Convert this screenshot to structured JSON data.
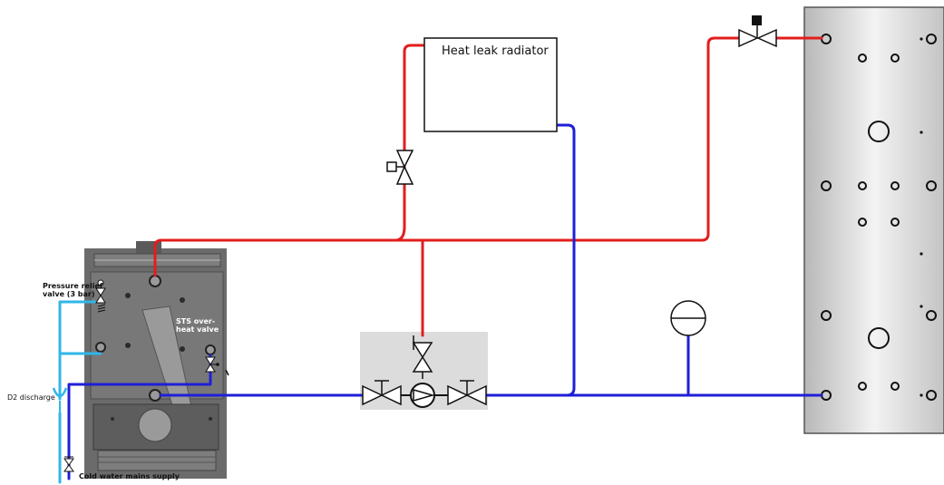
{
  "labels": {
    "radiator": "Heat leak radiator",
    "pressure_relief_1": "Pressure relief",
    "pressure_relief_2": "valve (3 bar)",
    "sts_1": "STS over-",
    "sts_2": "heat valve",
    "d2_discharge": "D2 discharge",
    "cold_water": "Cold water mains supply"
  },
  "colors": {
    "flow_hot": "#e31d1d",
    "flow_cold": "#1f1fd6",
    "mains_water": "#2fb6e8",
    "stove_body": "#6b6b6b",
    "pump_panel": "#dcdcdc",
    "store_tank": "#d9d9d9"
  },
  "icons": {
    "motorised_valve": "motorised-valve-icon",
    "thermostatic_valve": "thermostatic-valve-icon",
    "gate_valve": "gate-valve-icon",
    "circulating_pump": "circulating-pump-icon",
    "expansion_vessel": "expansion-vessel-icon",
    "non_return_valve": "non-return-valve-icon",
    "tundish": "tundish-icon"
  }
}
